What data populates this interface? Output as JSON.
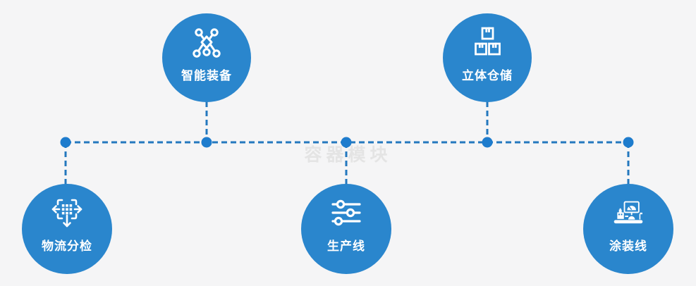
{
  "diagram": {
    "watermark": "容器模块",
    "nodes": [
      {
        "id": "smart-equipment",
        "label": "智能装备",
        "icon": "network-nodes-icon",
        "row": "top"
      },
      {
        "id": "stereo-warehouse",
        "label": "立体仓储",
        "icon": "stacked-boxes-icon",
        "row": "top"
      },
      {
        "id": "logistics-sorting",
        "label": "物流分检",
        "icon": "sorting-arrows-icon",
        "row": "bottom"
      },
      {
        "id": "production-line",
        "label": "生产线",
        "icon": "sliders-icon",
        "row": "bottom"
      },
      {
        "id": "painting-line",
        "label": "涂装线",
        "icon": "control-console-icon",
        "row": "bottom"
      }
    ]
  },
  "colors": {
    "circle": "#2a86cd",
    "connector": "#2478be",
    "dot": "#1e7ccd",
    "bg": "#f5f5f6",
    "watermark": "#e4e4e4",
    "label": "#ffffff",
    "icon": "#ffffff"
  }
}
